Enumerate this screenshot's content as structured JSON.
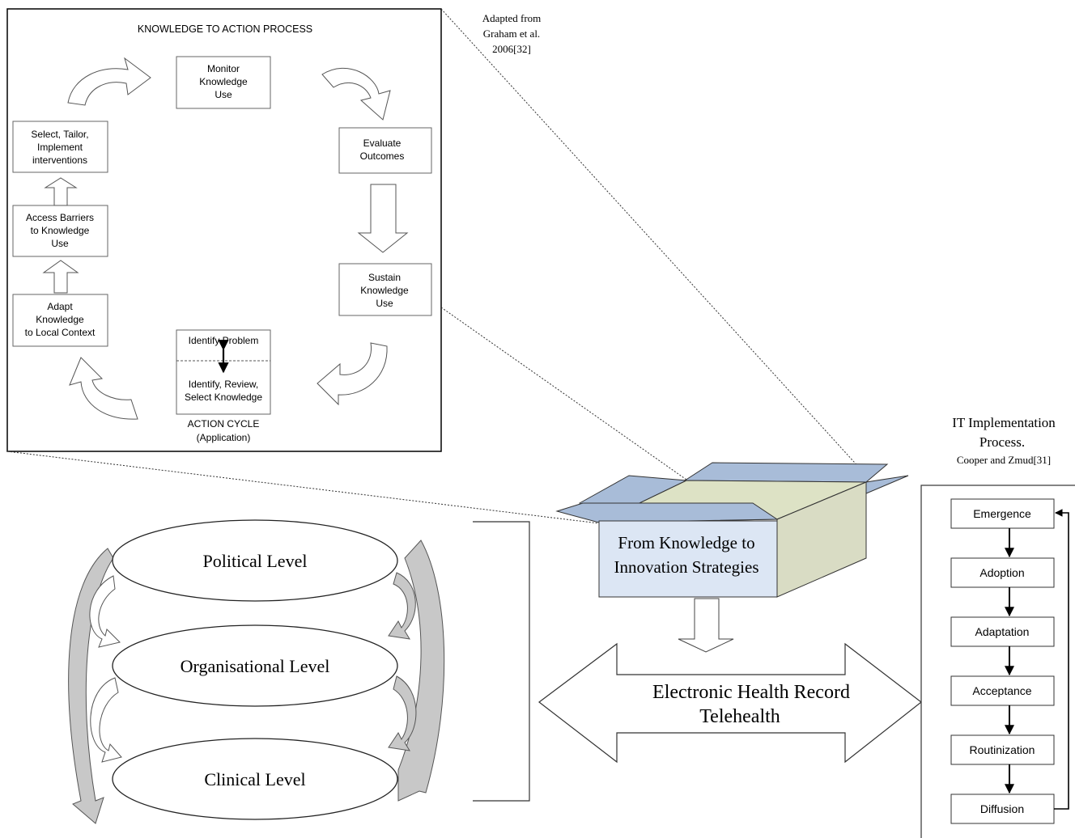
{
  "kta": {
    "title": "KNOWLEDGE TO ACTION PROCESS",
    "source_lines": [
      "Adapted from",
      "Graham et al.",
      "2006[32]"
    ],
    "boxes": {
      "monitor": [
        "Monitor",
        "Knowledge",
        "Use"
      ],
      "evaluate": [
        "Evaluate",
        "Outcomes"
      ],
      "sustain": [
        "Sustain",
        "Knowledge",
        "Use"
      ],
      "select": [
        "Select, Tailor,",
        "Implement",
        "interventions"
      ],
      "access": [
        "Access Barriers",
        "to Knowledge",
        "Use"
      ],
      "adapt": [
        "Adapt",
        "Knowledge",
        "to Local Context"
      ]
    },
    "identify_problem": "Identify Problem",
    "identify_review": [
      "Identify, Review,",
      "Select Knowledge"
    ],
    "action_cycle": [
      "ACTION CYCLE",
      "(Application)"
    ]
  },
  "it_process": {
    "title_lines": [
      "IT Implementation",
      "Process."
    ],
    "source": "Cooper and Zmud[31]",
    "stages": [
      "Emergence",
      "Adoption",
      "Adaptation",
      "Acceptance",
      "Routinization",
      "Diffusion"
    ]
  },
  "box": {
    "label_lines": [
      "From Knowledge to",
      "Innovation Strategies"
    ]
  },
  "center_arrow": {
    "label_lines": [
      "Electronic Health Record",
      "Telehealth"
    ]
  },
  "levels": [
    "Political Level",
    "Organisational Level",
    "Clinical Level"
  ],
  "colors": {
    "box_blue": "#a8bcd8",
    "box_front": "#dce6f4",
    "box_side": "#d9dcc4",
    "box_inner": "#dde2c5",
    "arrow_gray": "#c8c8c8"
  }
}
